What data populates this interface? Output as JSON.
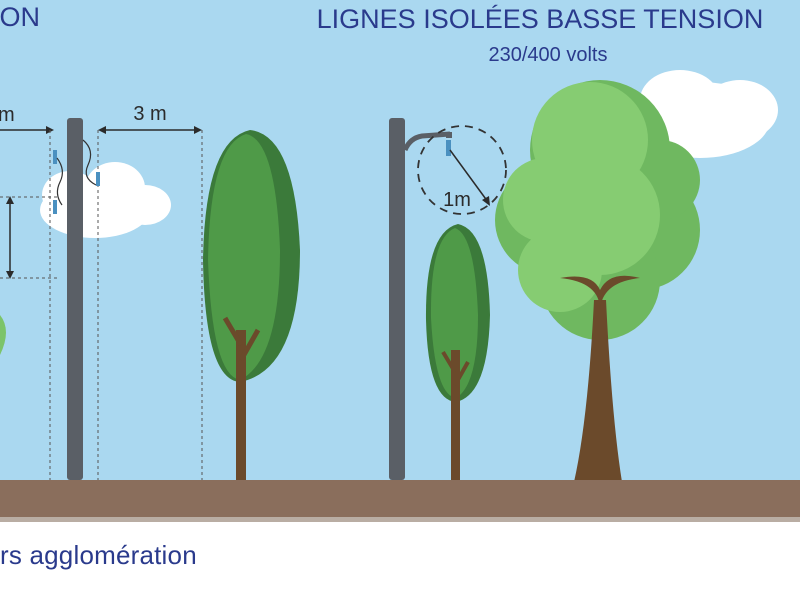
{
  "header": {
    "left_title_fragment": "ION",
    "right_title": "LIGNES ISOLÉES BASSE TENSION",
    "right_subtitle": "230/400 volts"
  },
  "dimensions": {
    "left_fragment": "m",
    "distance_3m": "3 m",
    "clearance_1m": "1m"
  },
  "footer": {
    "caption_fragment": "rs agglomération"
  },
  "colors": {
    "sky": "#aad8f0",
    "ground": "#8a6e5c",
    "pole": "#5a5f66",
    "tree_dark": "#3b7a3a",
    "tree_mid": "#4f9a48",
    "tree_light": "#7cc46a",
    "trunk": "#6b4a2b",
    "title_text": "#2a3a8c",
    "dim_text": "#2b2b2b"
  }
}
